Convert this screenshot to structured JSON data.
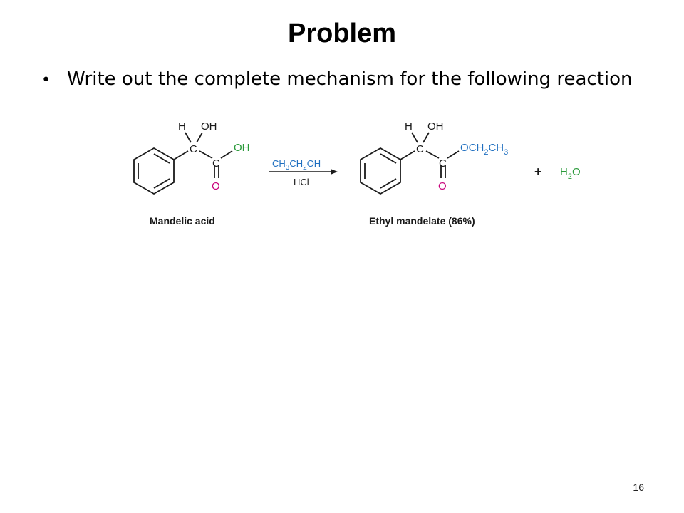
{
  "slide": {
    "title": "Problem",
    "bullet": "Write out the complete mechanism for the following reaction",
    "page_number": "16"
  },
  "reaction": {
    "reactant": {
      "name": "Mandelic acid",
      "atom_h": "H",
      "atom_oh_top": "OH",
      "atom_c1": "C",
      "atom_c2": "C",
      "atom_oh_right": "OH",
      "atom_o": "O"
    },
    "reagents": {
      "above_arrow_parts": [
        "CH",
        "3",
        "CH",
        "2",
        "OH"
      ],
      "below_arrow": "HCl"
    },
    "product": {
      "name": "Ethyl mandelate (86%)",
      "atom_h": "H",
      "atom_oh_top": "OH",
      "atom_c1": "C",
      "atom_c2": "C",
      "ester_parts": [
        "OCH",
        "2",
        "CH",
        "3"
      ],
      "atom_o": "O"
    },
    "plus": "+",
    "water_parts": [
      "H",
      "2",
      "O"
    ],
    "colors": {
      "black": "#1a1a1a",
      "blue": "#1f6fc0",
      "magenta": "#c8007a",
      "green": "#2a9a3a"
    }
  }
}
